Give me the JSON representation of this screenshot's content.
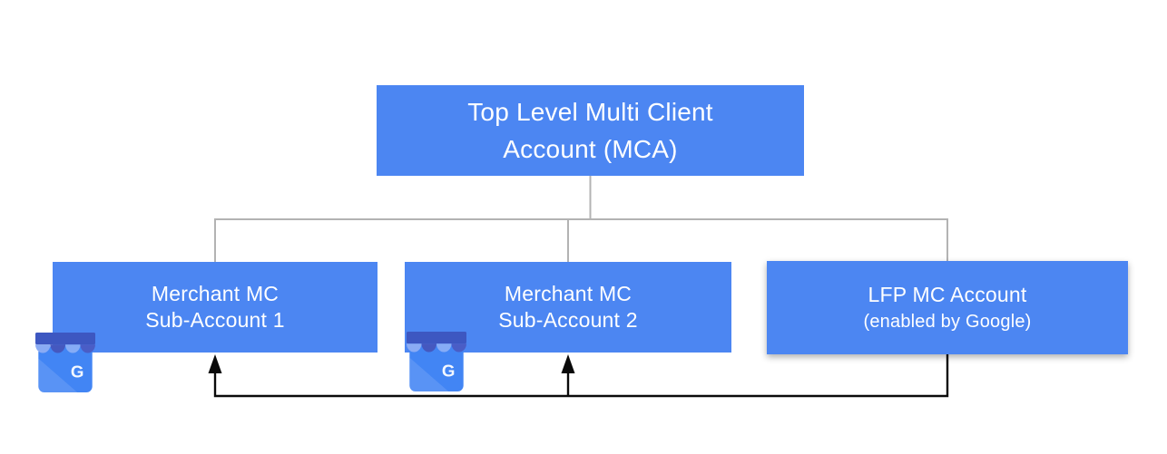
{
  "nodes": {
    "root": {
      "line1": "Top Level Multi Client",
      "line2": "Account (MCA)"
    },
    "children": [
      {
        "line1": "Merchant MC",
        "line2": "Sub-Account 1"
      },
      {
        "line1": "Merchant MC",
        "line2": "Sub-Account 2"
      },
      {
        "line1": "LFP MC Account",
        "line2": "(enabled by Google)"
      }
    ]
  },
  "icons": {
    "business_profile": {
      "name": "google-business-profile-storefront-icon",
      "letter": "G"
    }
  },
  "colors": {
    "node_fill": "#4C86F2",
    "node_text": "#FFFFFF",
    "tree_line": "#B3B3B3",
    "arrow_line": "#0A0A0A"
  }
}
